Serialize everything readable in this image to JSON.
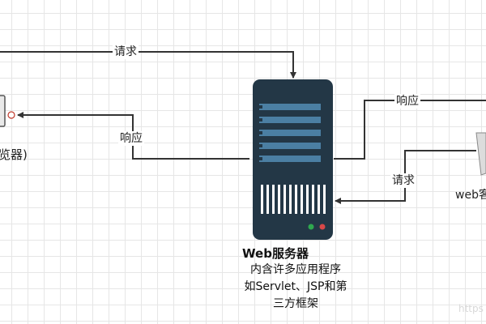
{
  "edges": {
    "request_top": "请求",
    "response_left": "响应",
    "response_right": "响应",
    "request_right": "请求"
  },
  "server": {
    "title": "Web服务器",
    "description": [
      "内含许多应用程序",
      "如Servlet、JSP和第",
      "三方框架"
    ]
  },
  "client_left": {
    "label": "览器)"
  },
  "client_right": {
    "label": "web客"
  },
  "watermark": "https",
  "colors": {
    "server_body": "#233746",
    "server_slot": "#4b7fa3",
    "led_green": "#2fa84f",
    "led_red": "#d84848",
    "arrow": "#333333"
  }
}
